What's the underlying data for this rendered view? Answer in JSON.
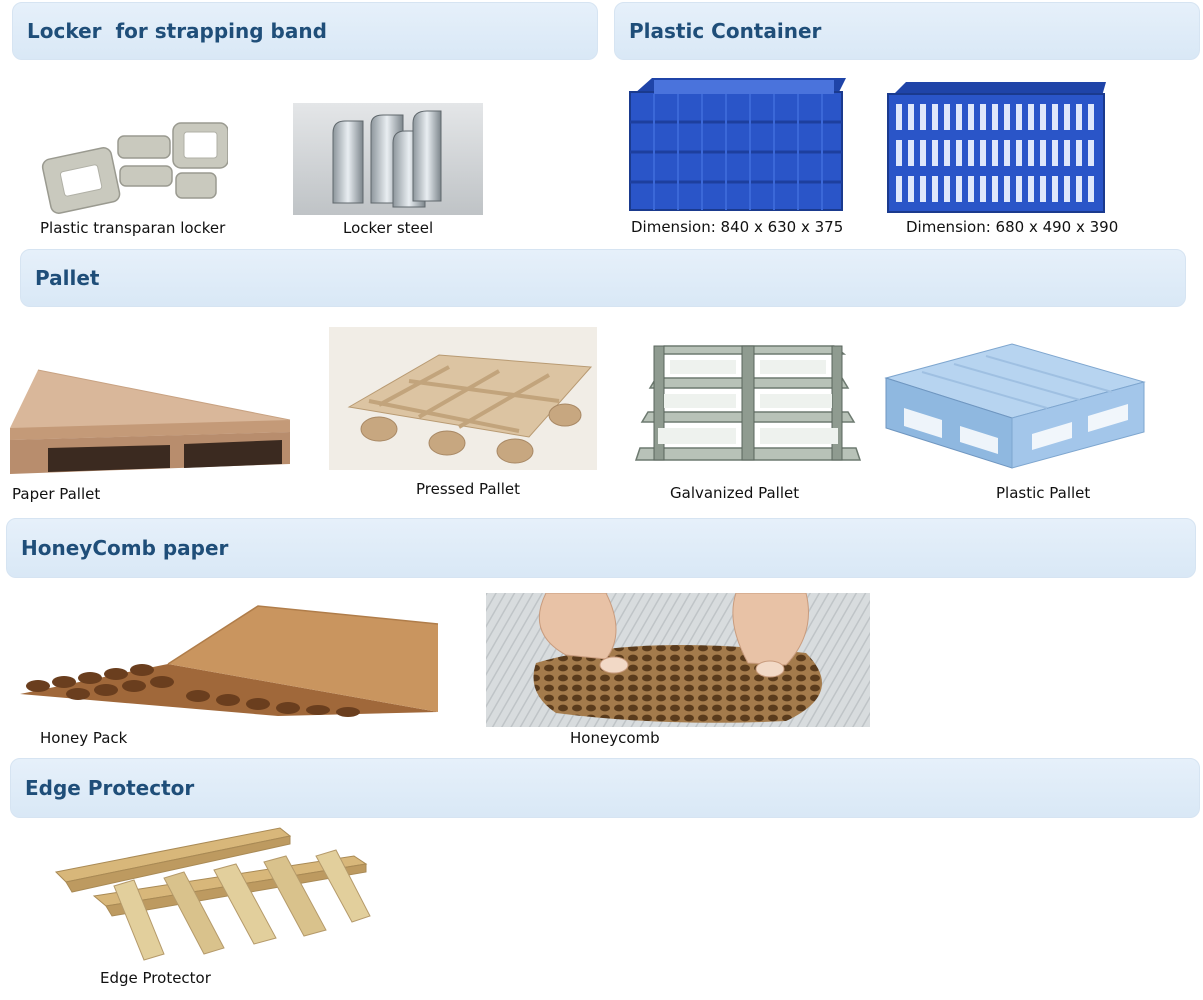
{
  "sections": {
    "locker": {
      "title": "Locker  for strapping band"
    },
    "container": {
      "title": "Plastic Container"
    },
    "pallet": {
      "title": "Pallet"
    },
    "honeycomb": {
      "title": "HoneyComb paper"
    },
    "edge": {
      "title": "Edge Protector"
    }
  },
  "products": {
    "plastic_locker": {
      "caption": "Plastic transparan locker",
      "icon": "plastic-locker-image"
    },
    "locker_steel": {
      "caption": "Locker steel",
      "icon": "steel-locker-image"
    },
    "container_large": {
      "caption": "Dimension: 840 x 630 x 375",
      "icon": "blue-crate-image",
      "color": "#2a55c8"
    },
    "container_vented": {
      "caption": "Dimension: 680 x 490 x 390",
      "icon": "blue-vented-crate-image",
      "color": "#2a55c8"
    },
    "paper_pallet": {
      "caption": "Paper Pallet",
      "icon": "paper-pallet-image"
    },
    "pressed_pallet": {
      "caption": "Pressed Pallet",
      "icon": "pressed-pallet-image"
    },
    "galvanized_pallet": {
      "caption": "Galvanized Pallet",
      "icon": "galvanized-pallet-image"
    },
    "plastic_pallet": {
      "caption": "Plastic Pallet",
      "icon": "plastic-pallet-image",
      "color": "#9cc3e8"
    },
    "honey_pack": {
      "caption": "Honey Pack",
      "icon": "honey-pack-image"
    },
    "honeycomb": {
      "caption": "Honeycomb",
      "icon": "honeycomb-hands-image"
    },
    "edge_protector": {
      "caption": "Edge Protector",
      "icon": "edge-protector-image"
    }
  },
  "theme": {
    "band_color": "#dce9f6",
    "title_color": "#1f4e79"
  }
}
